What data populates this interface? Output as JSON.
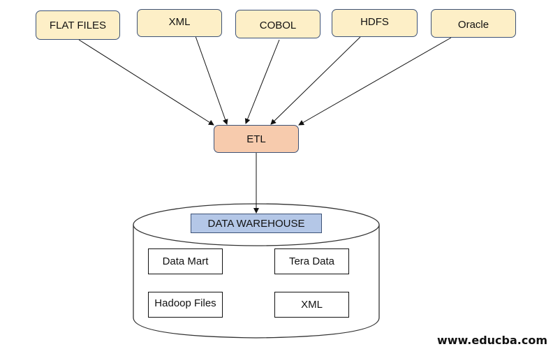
{
  "diagram": {
    "sources": [
      {
        "label": "FLAT FILES"
      },
      {
        "label": "XML"
      },
      {
        "label": "COBOL"
      },
      {
        "label": "HDFS"
      },
      {
        "label": "Oracle"
      }
    ],
    "etl": {
      "label": "ETL"
    },
    "warehouse": {
      "label": "DATA WAREHOUSE",
      "contents": [
        {
          "label": "Data Mart"
        },
        {
          "label": "Tera Data"
        },
        {
          "label": "Hadoop Files"
        },
        {
          "label": "XML"
        }
      ]
    },
    "colors": {
      "source_fill": "#fdefc7",
      "etl_fill": "#f7cbad",
      "warehouse_label_fill": "#b4c7e7",
      "border": "#3d5276"
    }
  },
  "watermark": "www.educba.com"
}
